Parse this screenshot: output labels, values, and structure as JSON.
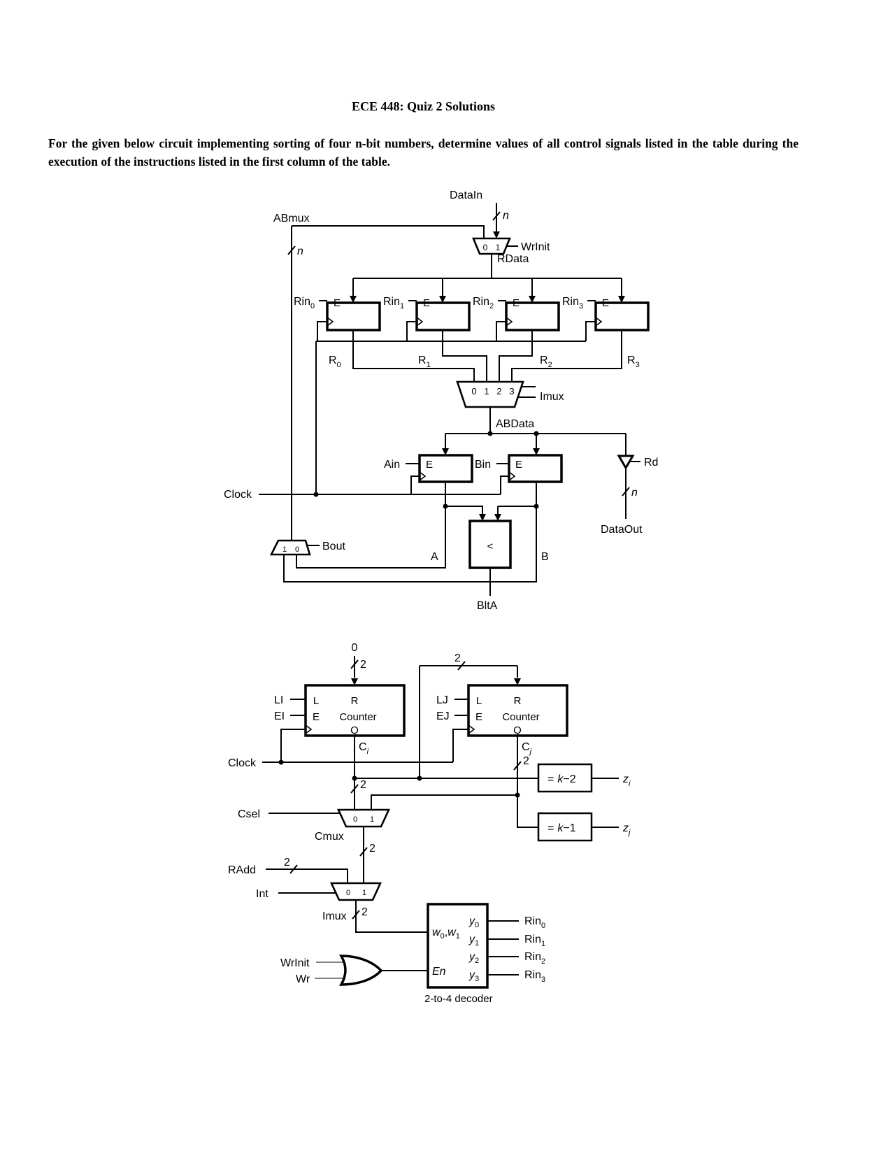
{
  "document": {
    "title": "ECE 448: Quiz 2 Solutions",
    "intro": "For the given below circuit implementing sorting of four n-bit numbers, determine values of all control signals listed in the table during the execution of the instructions listed in the first column of the table."
  },
  "top": {
    "datain": "DataIn",
    "n": "n",
    "abmux": "ABmux",
    "wrinit": "WrInit",
    "rdata": "RData",
    "wrmux": {
      "i0": "0",
      "i1": "1"
    },
    "registers": [
      {
        "rin": "Rin",
        "rin_sub": "0",
        "e": "E",
        "r": "R",
        "r_sub": "0"
      },
      {
        "rin": "Rin",
        "rin_sub": "1",
        "e": "E",
        "r": "R",
        "r_sub": "1"
      },
      {
        "rin": "Rin",
        "rin_sub": "2",
        "e": "E",
        "r": "R",
        "r_sub": "2"
      },
      {
        "rin": "Rin",
        "rin_sub": "3",
        "e": "E",
        "r": "R",
        "r_sub": "3"
      }
    ],
    "imux": {
      "i0": "0",
      "i1": "1",
      "i2": "2",
      "i3": "3",
      "label": "Imux"
    },
    "abdata": "ABData",
    "ain": "Ain",
    "bin": "Bin",
    "e": "E",
    "rd": "Rd",
    "dataout": "DataOut",
    "clock": "Clock",
    "bout": "Bout",
    "bmux": {
      "i1": "1",
      "i0": "0"
    },
    "cmp": {
      "sym": "<",
      "a": "A",
      "b": "B",
      "out": "BltA"
    }
  },
  "bottom": {
    "zero": "0",
    "two": "2",
    "ci": {
      "li": "LI",
      "ei": "EI",
      "l": "L",
      "r": "R",
      "e": "E",
      "name": "Counter",
      "q": "Q",
      "c": "C",
      "sub": "i"
    },
    "cj": {
      "lj": "LJ",
      "ej": "EJ",
      "l": "L",
      "r": "R",
      "e": "E",
      "name": "Counter",
      "q": "Q",
      "c": "C",
      "sub": "j"
    },
    "clock": "Clock",
    "csel": "Csel",
    "cmux": {
      "i0": "0",
      "i1": "1",
      "label": "Cmux"
    },
    "radd": "RAdd",
    "int": "Int",
    "imux": {
      "i0": "0",
      "i1": "1",
      "label": "Imux"
    },
    "k2": {
      "eq": "=",
      "k": "k",
      "rest": "−2",
      "z": "z",
      "sub": "i"
    },
    "k1": {
      "eq": "=",
      "k": "k",
      "rest": "−1",
      "z": "z",
      "sub": "j"
    },
    "wrinit": "WrInit",
    "wr": "Wr",
    "dec": {
      "w": "w",
      "w0": "0",
      "comma": ",",
      "w1": "1",
      "en": "En",
      "rows": [
        {
          "y": "y",
          "ys": "0",
          "rin": "Rin",
          "rs": "0"
        },
        {
          "y": "y",
          "ys": "1",
          "rin": "Rin",
          "rs": "1"
        },
        {
          "y": "y",
          "ys": "2",
          "rin": "Rin",
          "rs": "2"
        },
        {
          "y": "y",
          "ys": "3",
          "rin": "Rin",
          "rs": "3"
        }
      ],
      "caption": "2-to-4 decoder"
    }
  }
}
